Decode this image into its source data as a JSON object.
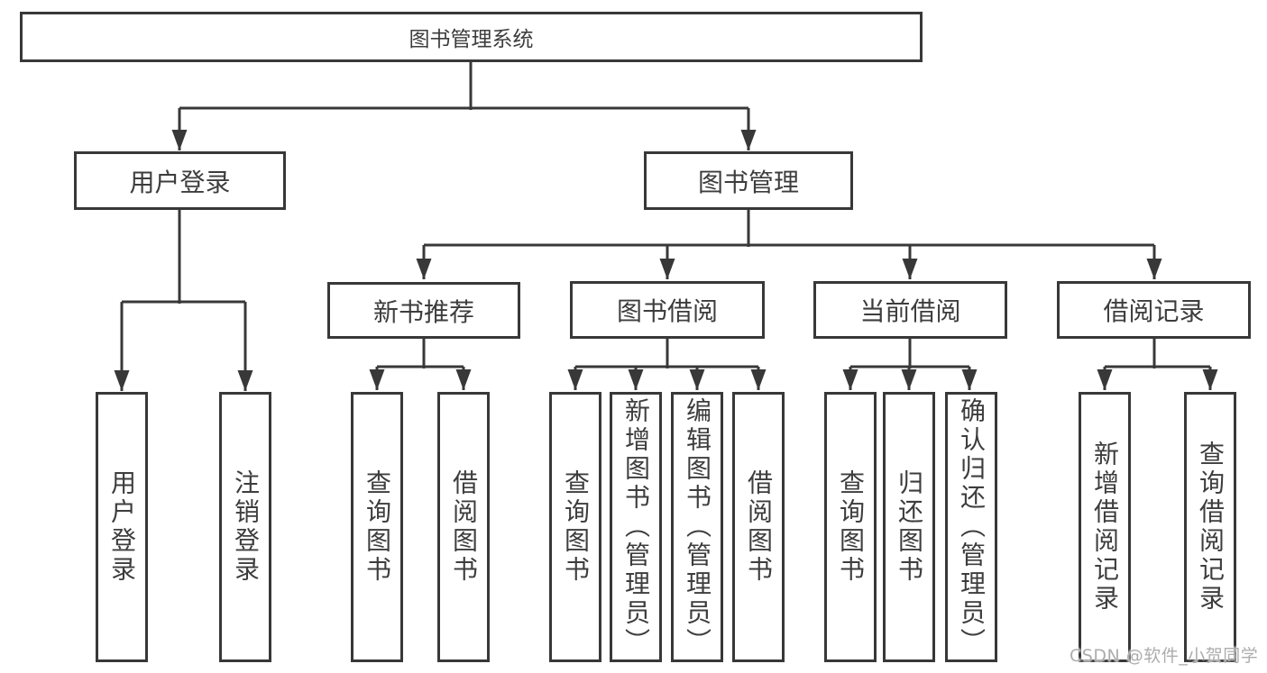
{
  "tree": {
    "label": "图书管理系统",
    "children": [
      {
        "label": "用户登录",
        "children": [
          {
            "label": "用户登录"
          },
          {
            "label": "注销登录"
          }
        ]
      },
      {
        "label": "图书管理",
        "children": [
          {
            "label": "新书推荐",
            "children": [
              {
                "label": "查询图书"
              },
              {
                "label": "借阅图书"
              }
            ]
          },
          {
            "label": "图书借阅",
            "children": [
              {
                "label": "查询图书"
              },
              {
                "label": "新增图书（管理员）"
              },
              {
                "label": "编辑图书（管理员）"
              },
              {
                "label": "借阅图书"
              }
            ]
          },
          {
            "label": "当前借阅",
            "children": [
              {
                "label": "查询图书"
              },
              {
                "label": "归还图书"
              },
              {
                "label": "确认归还（管理员）"
              }
            ]
          },
          {
            "label": "借阅记录",
            "children": [
              {
                "label": "新增借阅记录"
              },
              {
                "label": "查询借阅记录"
              }
            ]
          }
        ]
      }
    ]
  },
  "watermark": {
    "text": "CSDN @软件_小贺同学"
  },
  "colors": {
    "line": "#383838",
    "box_border": "#383838",
    "box_fill": "#ffffff",
    "text": "#3d3d3d",
    "watermark": "#adadad",
    "background": "#ffffff"
  }
}
